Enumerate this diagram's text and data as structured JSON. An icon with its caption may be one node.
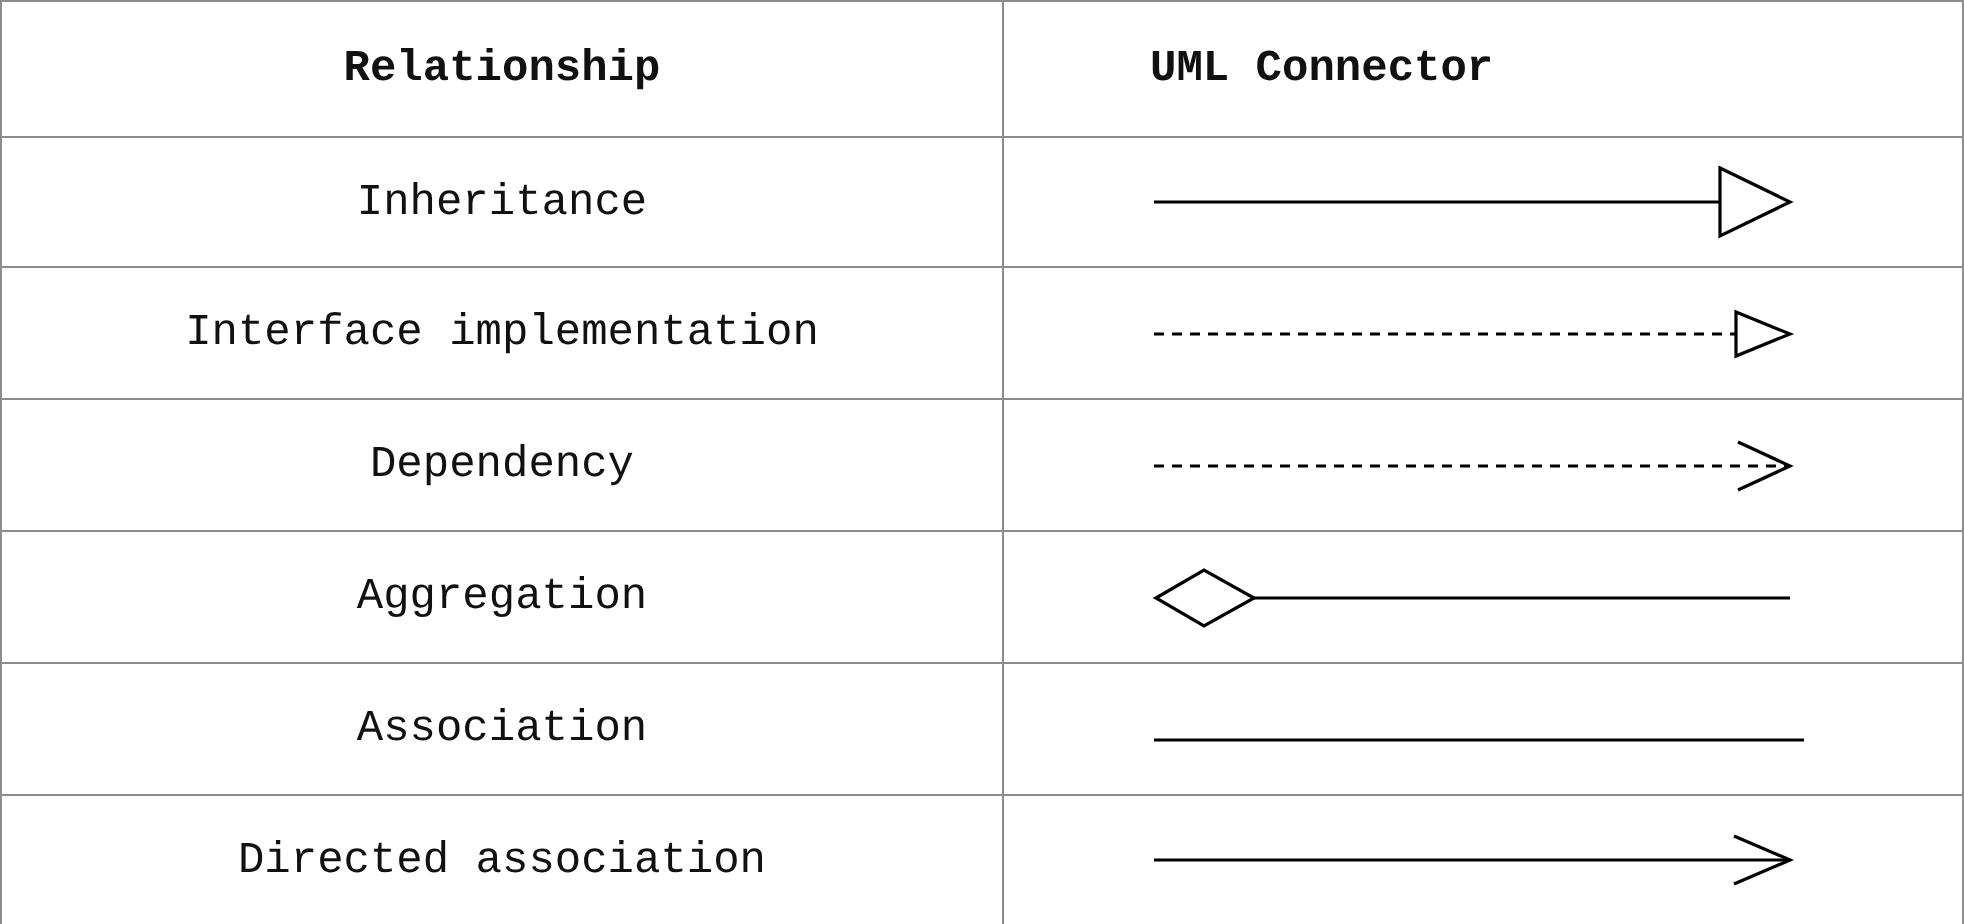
{
  "diagram": {
    "labels": [
      "Relationship",
      "UML Connector",
      "Inheritance",
      "Interface implementation",
      "Dependency",
      "Aggregation",
      "Association",
      "Directed association"
    ]
  }
}
